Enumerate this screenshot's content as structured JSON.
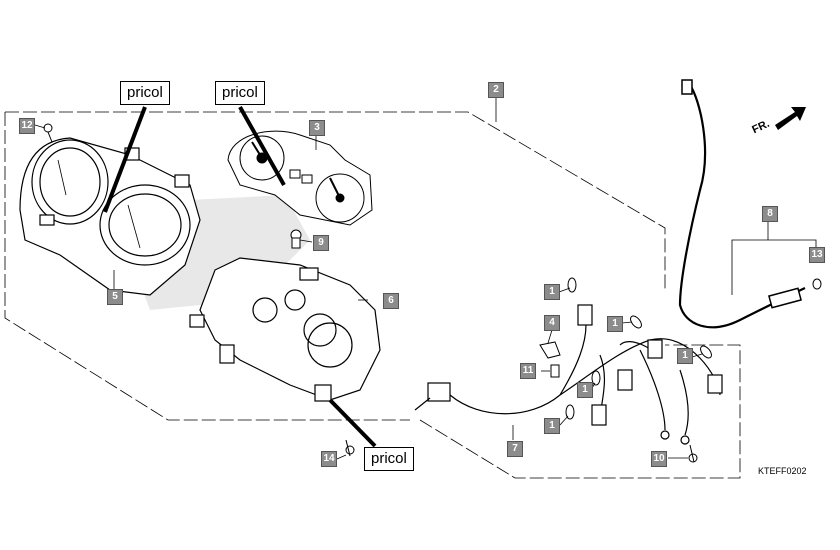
{
  "callouts": [
    "pricol",
    "pricol",
    "pricol"
  ],
  "part_numbers": {
    "p1": "1",
    "p2": "2",
    "p3": "3",
    "p4": "4",
    "p5": "5",
    "p6": "6",
    "p7": "7",
    "p8": "8",
    "p9": "9",
    "p10": "10",
    "p11": "11",
    "p12": "12",
    "p13": "13",
    "p14": "14"
  },
  "direction_label": "FR.",
  "diagram_code": "KTEFF0202"
}
